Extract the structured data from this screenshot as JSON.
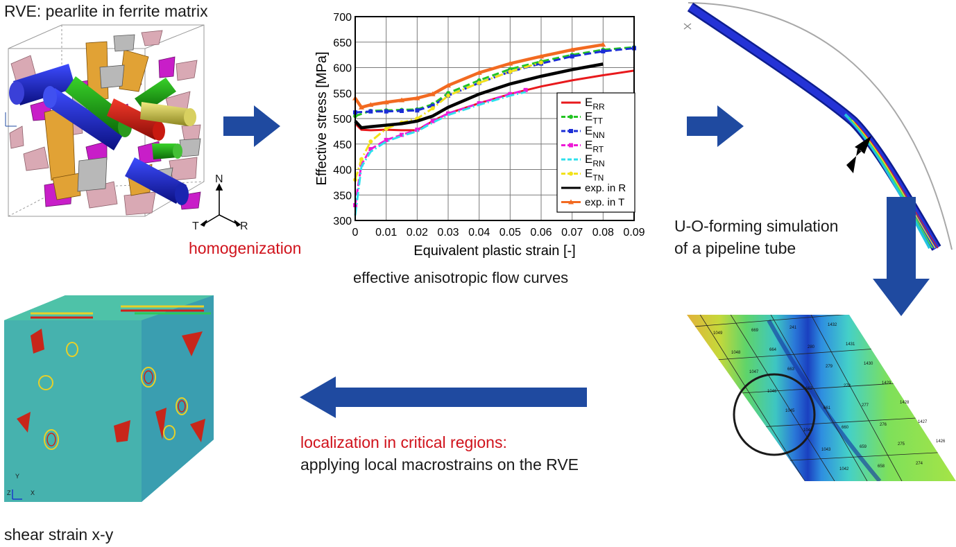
{
  "rve_title": "RVE: pearlite in ferrite matrix",
  "axes_triad": {
    "n": "N",
    "t": "T",
    "r": "R"
  },
  "homogenization": "homogenization",
  "flow_curves_caption": "effective anisotropic flow curves",
  "forming_caption": {
    "line1": "U-O-forming simulation",
    "line2": "of a pipeline tube"
  },
  "localization": {
    "line1": "localization in critical regions:",
    "line2": "applying local macrostrains on the RVE"
  },
  "shear_caption": "shear strain x-y",
  "cube_axes": {
    "y": "Y",
    "x": "X",
    "z": "Z"
  },
  "mesh_values": [
    "1049",
    "669",
    "241",
    "1432",
    "1048",
    "664",
    "280",
    "1431",
    "1047",
    "663",
    "279",
    "1430",
    "1046",
    "662",
    "278",
    "1429",
    "1045",
    "661",
    "277",
    "1428",
    "1044",
    "660",
    "276",
    "1427",
    "1043",
    "659",
    "275",
    "1426",
    "1042",
    "658",
    "274"
  ],
  "colors": {
    "arrow": "#1f4aa0",
    "accent_red": "#d0121b"
  },
  "chart_data": {
    "type": "line",
    "xlabel": "Equivalent plastic strain [-]",
    "ylabel": "Effective stress [MPa]",
    "xlim": [
      0,
      0.09
    ],
    "ylim": [
      300,
      700
    ],
    "xticks": [
      "0",
      "0.01",
      "0.02",
      "0.03",
      "0.04",
      "0.05",
      "0.06",
      "0.07",
      "0.08",
      "0.09"
    ],
    "yticks": [
      "300",
      "350",
      "400",
      "450",
      "500",
      "550",
      "600",
      "650",
      "700"
    ],
    "grid": true,
    "legend_position": "bottom-right",
    "series": [
      {
        "name": "E",
        "sub": "RR",
        "color": "#e8191c",
        "dash": "",
        "marker": "none",
        "x": [
          0,
          0.002,
          0.005,
          0.01,
          0.015,
          0.02,
          0.025,
          0.03,
          0.04,
          0.05,
          0.06,
          0.07,
          0.08,
          0.09
        ],
        "y": [
          490,
          478,
          477,
          478,
          477,
          477,
          495,
          510,
          530,
          548,
          563,
          575,
          585,
          594
        ]
      },
      {
        "name": "E",
        "sub": "TT",
        "color": "#22c322",
        "dash": "10,5",
        "marker": "circle",
        "x": [
          0,
          0.005,
          0.01,
          0.015,
          0.02,
          0.025,
          0.03,
          0.04,
          0.05,
          0.06,
          0.07,
          0.08,
          0.09
        ],
        "y": [
          505,
          515,
          516,
          517,
          518,
          528,
          550,
          575,
          597,
          612,
          625,
          635,
          640
        ]
      },
      {
        "name": "E",
        "sub": "NN",
        "color": "#1b2ed6",
        "dash": "10,5",
        "marker": "square",
        "x": [
          0,
          0.005,
          0.01,
          0.015,
          0.02,
          0.025,
          0.03,
          0.04,
          0.05,
          0.06,
          0.07,
          0.08,
          0.09
        ],
        "y": [
          512,
          514,
          514,
          515,
          516,
          525,
          545,
          570,
          592,
          608,
          622,
          632,
          638
        ]
      },
      {
        "name": "E",
        "sub": "RT",
        "color": "#ee18d6",
        "dash": "10,4",
        "marker": "square",
        "x": [
          0,
          0.002,
          0.005,
          0.01,
          0.015,
          0.02,
          0.025,
          0.03,
          0.04,
          0.05,
          0.055
        ],
        "y": [
          330,
          410,
          440,
          458,
          468,
          478,
          495,
          510,
          530,
          548,
          556
        ]
      },
      {
        "name": "E",
        "sub": "RN",
        "color": "#2ee0ec",
        "dash": "12,4,2,4",
        "marker": "none",
        "x": [
          0,
          0.002,
          0.005,
          0.01,
          0.015,
          0.02,
          0.025,
          0.03,
          0.04,
          0.05,
          0.055
        ],
        "y": [
          310,
          405,
          435,
          455,
          466,
          475,
          492,
          507,
          527,
          545,
          552
        ]
      },
      {
        "name": "E",
        "sub": "TN",
        "color": "#f2e21a",
        "dash": "12,4,2,4",
        "marker": "circle",
        "x": [
          0,
          0.002,
          0.005,
          0.01,
          0.015,
          0.02,
          0.025,
          0.03,
          0.04,
          0.05,
          0.06
        ],
        "y": [
          380,
          420,
          455,
          480,
          492,
          500,
          520,
          545,
          570,
          592,
          610
        ]
      },
      {
        "name": "exp. in R",
        "sub": "",
        "color": "#000000",
        "dash": "",
        "marker": "none",
        "x": [
          0,
          0.002,
          0.005,
          0.01,
          0.015,
          0.02,
          0.025,
          0.03,
          0.04,
          0.05,
          0.06,
          0.07,
          0.08
        ],
        "y": [
          495,
          482,
          484,
          487,
          490,
          495,
          505,
          522,
          548,
          568,
          583,
          596,
          607
        ]
      },
      {
        "name": "exp. in T",
        "sub": "",
        "color": "#f26a21",
        "dash": "",
        "marker": "triangle",
        "x": [
          0,
          0.002,
          0.005,
          0.01,
          0.015,
          0.02,
          0.025,
          0.03,
          0.04,
          0.05,
          0.06,
          0.07,
          0.08
        ],
        "y": [
          540,
          522,
          527,
          532,
          536,
          540,
          548,
          565,
          590,
          608,
          622,
          635,
          645
        ]
      }
    ]
  }
}
